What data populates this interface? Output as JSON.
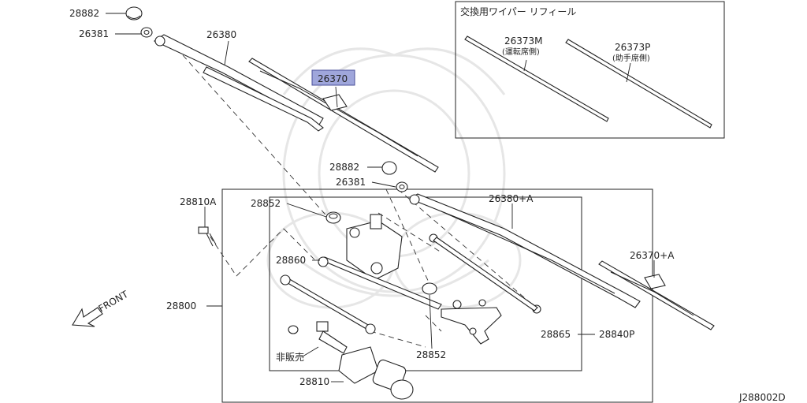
{
  "inset": {
    "title": "交換用ワイパー リフィール",
    "refill_driver_code": "26373M",
    "refill_driver_side": "(運転席側)",
    "refill_passenger_code": "26373P",
    "refill_passenger_side": "(助手席側)"
  },
  "callouts": {
    "cap_top": "28882",
    "nut_top": "26381",
    "arm_driver": "26380",
    "blade_driver": "26370",
    "cap_mid": "28882",
    "nut_mid": "26381",
    "arm_passenger": "26380+A",
    "blade_passenger": "26370+A",
    "bolt": "28810A",
    "pivot_upper": "28852",
    "link_rod": "28860",
    "assembly": "28800",
    "pivot_lower": "28852",
    "link_small": "28865",
    "link_assembly": "28840P",
    "not_sold": "非販売",
    "motor": "28810"
  },
  "direction_label": "FRONT",
  "diagram_code": "J288002D"
}
